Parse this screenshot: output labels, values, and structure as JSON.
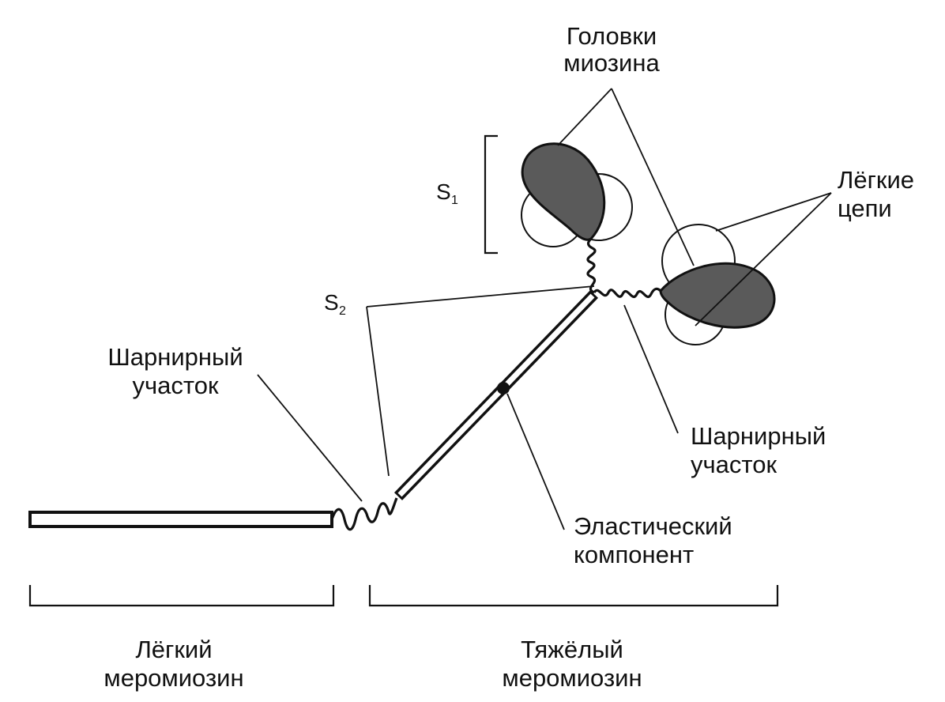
{
  "labels": {
    "heads": [
      "Головки",
      "миозина"
    ],
    "light_chains": [
      "Лёгкие",
      "цепи"
    ],
    "s1": "S",
    "s1_sub": "1",
    "s2": "S",
    "s2_sub": "2",
    "hinge_left": [
      "Шарнирный",
      "участок"
    ],
    "hinge_right": [
      "Шарнирный",
      "участок"
    ],
    "elastic": [
      "Эластический",
      "компонент"
    ],
    "light_meromyosin": [
      "Лёгкий",
      "меромиозин"
    ],
    "heavy_meromyosin": [
      "Тяжёлый",
      "меромиозин"
    ]
  },
  "colors": {
    "ink": "#111111",
    "head_fill": "#5a5a5a",
    "background": "#ffffff"
  }
}
